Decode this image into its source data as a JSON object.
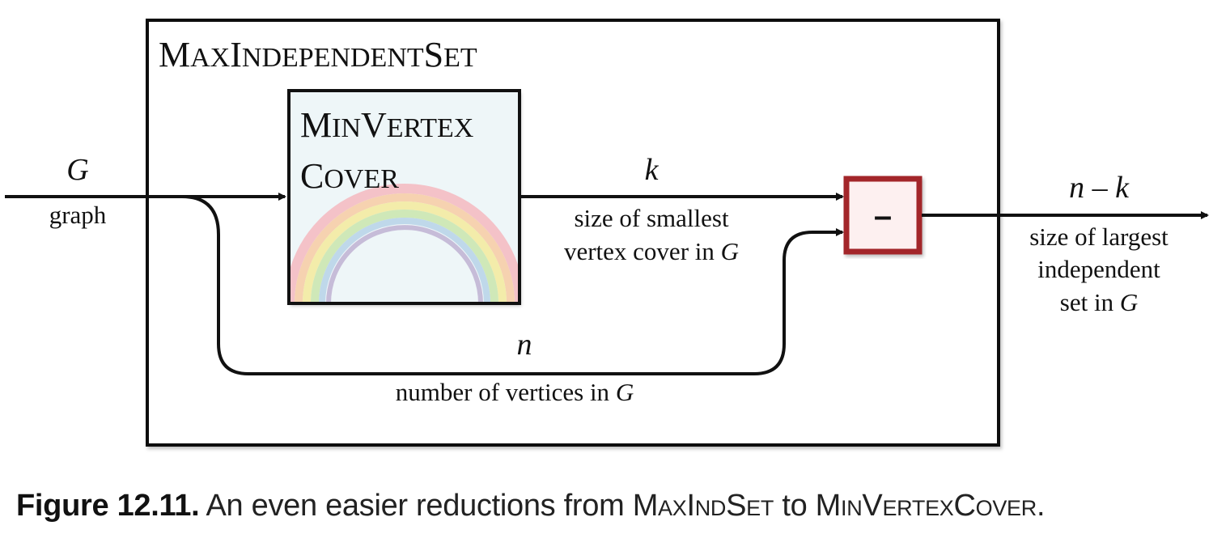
{
  "outer_box": {
    "title_cap1": "M",
    "title_small1": "AX",
    "title_cap2": "I",
    "title_small2": "NDEPENDENT",
    "title_cap3": "S",
    "title_small3": "ET"
  },
  "inner_box": {
    "line1_cap1": "M",
    "line1_small1": "IN",
    "line1_cap2": "V",
    "line1_small2": "ERTEX",
    "line2_cap1": "C",
    "line2_small1": "OVER"
  },
  "minus_box": {
    "symbol": "–"
  },
  "labels": {
    "input_var": "G",
    "input_desc": "graph",
    "k_var": "k",
    "k_desc_line1": "size of smallest",
    "k_desc_line2_text": "vertex cover in ",
    "k_desc_line2_var": "G",
    "n_var": "n",
    "n_desc_text": "number of vertices in ",
    "n_desc_var": "G",
    "output_var": "n – k",
    "output_desc_line1": "size of largest",
    "output_desc_line2": "independent",
    "output_desc_line3_text": "set in ",
    "output_desc_line3_var": "G"
  },
  "caption": {
    "figure_label": "Figure 12.11.",
    "text_before": " An even easier reductions from ",
    "from_problem": "MaxIndSet",
    "text_middle": " to ",
    "to_problem": "MinVertexCover",
    "text_end": "."
  },
  "colors": {
    "line": "#111111",
    "inner_box_fill": "#eef6f8",
    "minus_box_fill": "#fdf0f0",
    "minus_box_stroke": "#a3262a",
    "rainbow": [
      "#f4c2c8",
      "#f6d2b0",
      "#f3ecaa",
      "#cfe8b8",
      "#bfd8ea",
      "#c6bcd8"
    ]
  }
}
